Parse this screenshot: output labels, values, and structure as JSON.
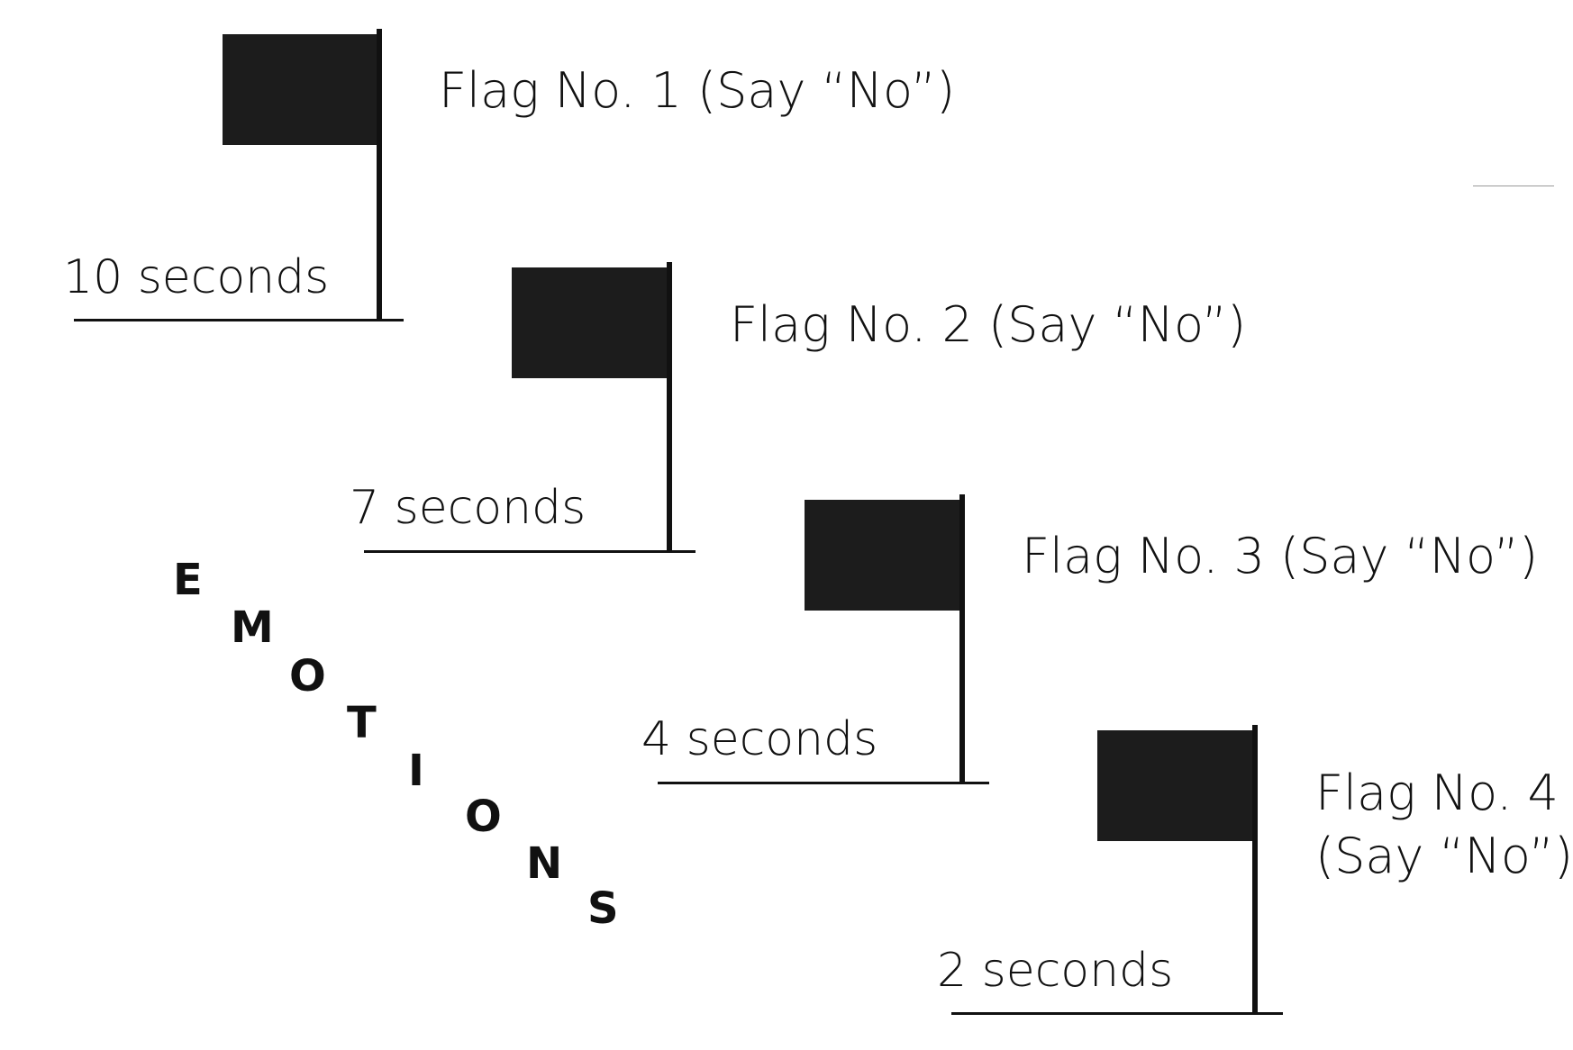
{
  "flags": [
    {
      "label": "Flag No. 1 (Say “No”)",
      "time": "10 seconds"
    },
    {
      "label": "Flag No. 2 (Say “No”)",
      "time": "7 seconds"
    },
    {
      "label": "Flag No. 3 (Say “No”)",
      "time": "4 seconds"
    },
    {
      "label_line1": "Flag No. 4",
      "label_line2": "(Say “No”)",
      "time": "2 seconds"
    }
  ],
  "emotions_letters": [
    "E",
    "M",
    "O",
    "T",
    "I",
    "O",
    "N",
    "S"
  ],
  "colors": {
    "ink": "#111111",
    "flag_fill": "#1c1c1c",
    "background": "#ffffff"
  }
}
